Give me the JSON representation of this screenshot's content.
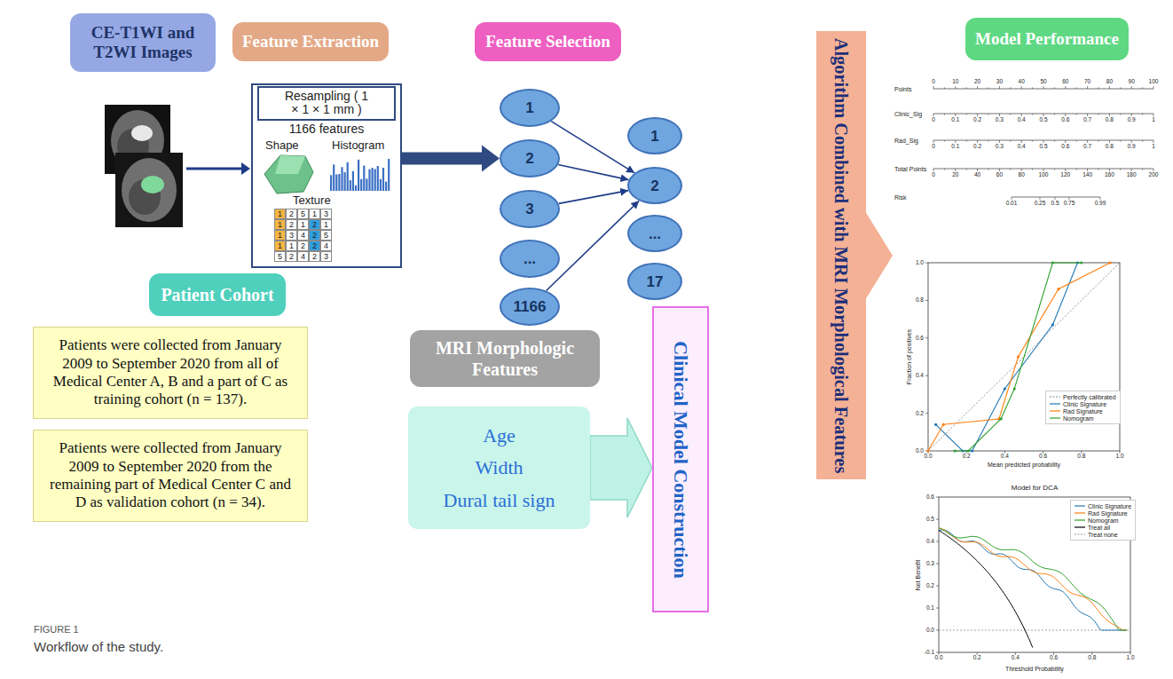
{
  "diagram": {
    "caption": "Workflow of the study.",
    "nodes": [
      {
        "text": [
          "CE-T1WI and T2WI Images"
        ]
      },
      {
        "text": [
          "Feature Extraction"
        ]
      },
      {
        "text": [
          "Feature Selection"
        ]
      },
      {
        "text": [
          "Model Performance"
        ]
      },
      {
        "text": [
          "1166 features"
        ]
      },
      {
        "text": [
          "Resampling ( 1 × 1 × 1 mm )"
        ],
        "in": 4
      },
      {
        "text": [
          "1"
        ]
      },
      {
        "text": [
          "2"
        ]
      },
      {
        "text": [
          "3"
        ]
      },
      {
        "text": [
          "..."
        ]
      },
      {
        "text": [
          "1166"
        ]
      },
      {
        "text": [
          "1"
        ]
      },
      {
        "text": [
          "2"
        ]
      },
      {
        "text": [
          "..."
        ]
      },
      {
        "text": [
          "17"
        ]
      },
      {
        "text": [
          "Patient Cohort"
        ]
      },
      {
        "text": [
          "Patients were collected from January 2009 to September 2020 from all of Medical Center A, B and a part of C as training cohort (n = 137)."
        ]
      },
      {
        "text": [
          "Patients were collected from January 2009 to September 2020 from the remaining part of Medical Center C and D as validation cohort (n = 34)."
        ]
      },
      {
        "text": [
          "MRI Morphologic Features"
        ]
      },
      {
        "text": [
          "Age",
          "Width",
          "Dural tail sign"
        ]
      },
      {
        "text": [
          "Clinical Model Construction"
        ]
      },
      {
        "text": [
          "Algorithm Combined with MRI Morphological Features"
        ]
      }
    ],
    "edges": [
      {
        "from": 4,
        "to": 7,
        "arrow": "to"
      },
      {
        "from": 6,
        "to": 12,
        "arrow": "to"
      },
      {
        "from": 7,
        "to": 12,
        "arrow": "to"
      },
      {
        "from": 8,
        "to": 12,
        "arrow": "to"
      },
      {
        "from": 10,
        "to": 12,
        "arrow": "to"
      },
      {
        "from": 19,
        "to": 20,
        "arrow": "to"
      }
    ],
    "labels": [
      "Shape",
      "Histogram",
      "Texture",
      "1",
      "2",
      "5",
      "1",
      "3",
      "1",
      "2",
      "1",
      "2",
      "1",
      "1",
      "3",
      "4",
      "2",
      "5",
      "1",
      "1",
      "2",
      "2",
      "4",
      "5",
      "2",
      "4",
      "2",
      "3",
      "Points",
      "Clinic_Sig",
      "Rad_Sig",
      "Total Points",
      "Risk",
      "0",
      "10",
      "20",
      "30",
      "40",
      "50",
      "60",
      "70",
      "80",
      "90",
      "100",
      "0",
      "0.1",
      "0.2",
      "0.3",
      "0.4",
      "0.5",
      "0.6",
      "0.7",
      "0.8",
      "0.9",
      "1",
      "0",
      "0.1",
      "0.2",
      "0.3",
      "0.4",
      "0.5",
      "0.6",
      "0.7",
      "0.8",
      "0.9",
      "1",
      "0",
      "20",
      "40",
      "60",
      "80",
      "100",
      "120",
      "140",
      "160",
      "180",
      "200",
      "0.01",
      "0.25",
      "0.5",
      "0.75",
      "0.99",
      "Fraction of positives",
      "Mean predicted probability",
      "0.0",
      "0.2",
      "0.4",
      "0.6",
      "0.8",
      "1.0",
      "0.0",
      "0.2",
      "0.4",
      "0.6",
      "0.8",
      "1.0",
      "Model for DCA",
      "Net Benefit",
      "Threshold Probability",
      "0.6",
      "0.5",
      "0.4",
      "0.3",
      "0.2",
      "0.1",
      "0.0",
      "-0.1",
      "0.0",
      "0.2",
      "0.4",
      "0.6",
      "0.8",
      "1.0",
      "FIGURE 1"
    ],
    "legend": [
      {
        "text": "Perfectly calibrated"
      },
      {
        "text": "Clinic Signature"
      },
      {
        "text": "Rad Signature"
      },
      {
        "text": "Nomogram"
      },
      {
        "text": "Clinic Signature"
      },
      {
        "text": "Rad Signature"
      },
      {
        "text": "Nomogram"
      },
      {
        "text": "Treat all"
      },
      {
        "text": "Treat none"
      }
    ]
  }
}
